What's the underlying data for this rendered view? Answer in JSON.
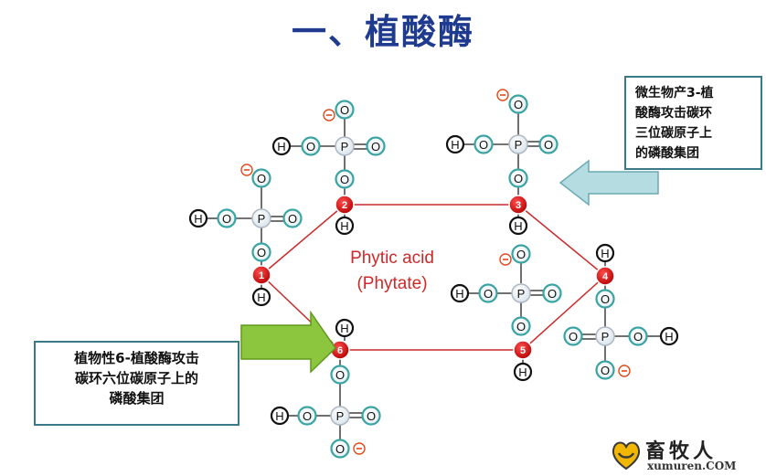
{
  "title": "一、植酸酶",
  "compound_label": {
    "line1": "Phytic acid",
    "line2": "(Phytate)"
  },
  "notes": {
    "microbial": "微生物产3-植\n酸酶攻击碳环\n三位碳原子上\n的磷酸集团",
    "plant": "植物性6-植酸酶攻击\n碳环六位碳原子上的\n磷酸集团"
  },
  "atoms": {
    "O": "O",
    "P": "P",
    "H": "H",
    "minus": "−",
    "double_bond": "="
  },
  "carbons": [
    "1",
    "2",
    "3",
    "4",
    "5",
    "6"
  ],
  "logo": {
    "cn": "畜牧人",
    "en": "xumuren.COM"
  },
  "colors": {
    "title": "#1f3b8f",
    "ring_bond": "#cc2a2a",
    "carbon_fill": "#cc1111",
    "oxygen_ring": "#3aa3a3",
    "minus": "#e24a1a",
    "note_border": "#3a7a88",
    "arrow_green": "#8cc63f",
    "arrow_blue": "#b5dde1"
  }
}
